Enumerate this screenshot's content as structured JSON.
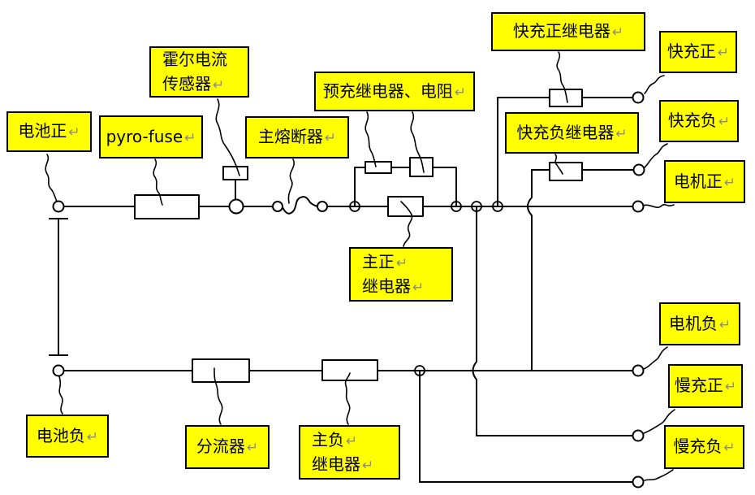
{
  "colors": {
    "label_background": "#ffff00",
    "label_border": "#000000",
    "wire": "#000000",
    "paragraph_mark": "#8c8c8c"
  },
  "labels": {
    "battery_positive": {
      "lines": [
        {
          "text": "电池正",
          "mark": "↵"
        }
      ]
    },
    "pyro_fuse": {
      "lines": [
        {
          "text": "pyro-fuse",
          "mark": "↵"
        }
      ]
    },
    "hall_sensor": {
      "lines": [
        {
          "text": "霍尔电流",
          "mark": ""
        },
        {
          "text": "传感器",
          "mark": "↵"
        }
      ]
    },
    "main_fuse": {
      "lines": [
        {
          "text": "主熔断器",
          "mark": "↵"
        }
      ]
    },
    "precharge": {
      "lines": [
        {
          "text": "预充继电器、电阻",
          "mark": "↵"
        }
      ]
    },
    "fast_charge_pos_relay": {
      "lines": [
        {
          "text": "快充正继电器",
          "mark": "↵"
        }
      ]
    },
    "fast_charge_pos": {
      "lines": [
        {
          "text": "快充正",
          "mark": "↵"
        }
      ]
    },
    "fast_charge_neg_relay": {
      "lines": [
        {
          "text": "快充负继电器",
          "mark": "↵"
        }
      ]
    },
    "fast_charge_neg": {
      "lines": [
        {
          "text": "快充负",
          "mark": "↵"
        }
      ]
    },
    "motor_positive": {
      "lines": [
        {
          "text": "电机正",
          "mark": "↵"
        }
      ]
    },
    "main_pos_relay": {
      "lines": [
        {
          "text": "主正",
          "mark": "↵"
        },
        {
          "text": "继电器",
          "mark": "↵"
        }
      ]
    },
    "motor_negative": {
      "lines": [
        {
          "text": "电机负",
          "mark": "↵"
        }
      ]
    },
    "slow_charge_pos": {
      "lines": [
        {
          "text": "慢充正",
          "mark": "↵"
        }
      ]
    },
    "slow_charge_neg": {
      "lines": [
        {
          "text": "慢充负",
          "mark": "↵"
        }
      ]
    },
    "battery_negative": {
      "lines": [
        {
          "text": "电池负",
          "mark": "↵"
        }
      ]
    },
    "shunt": {
      "lines": [
        {
          "text": "分流器",
          "mark": "↵"
        }
      ]
    },
    "main_neg_relay": {
      "lines": [
        {
          "text": "主负",
          "mark": "↵"
        },
        {
          "text": "继电器",
          "mark": "↵"
        }
      ]
    }
  }
}
